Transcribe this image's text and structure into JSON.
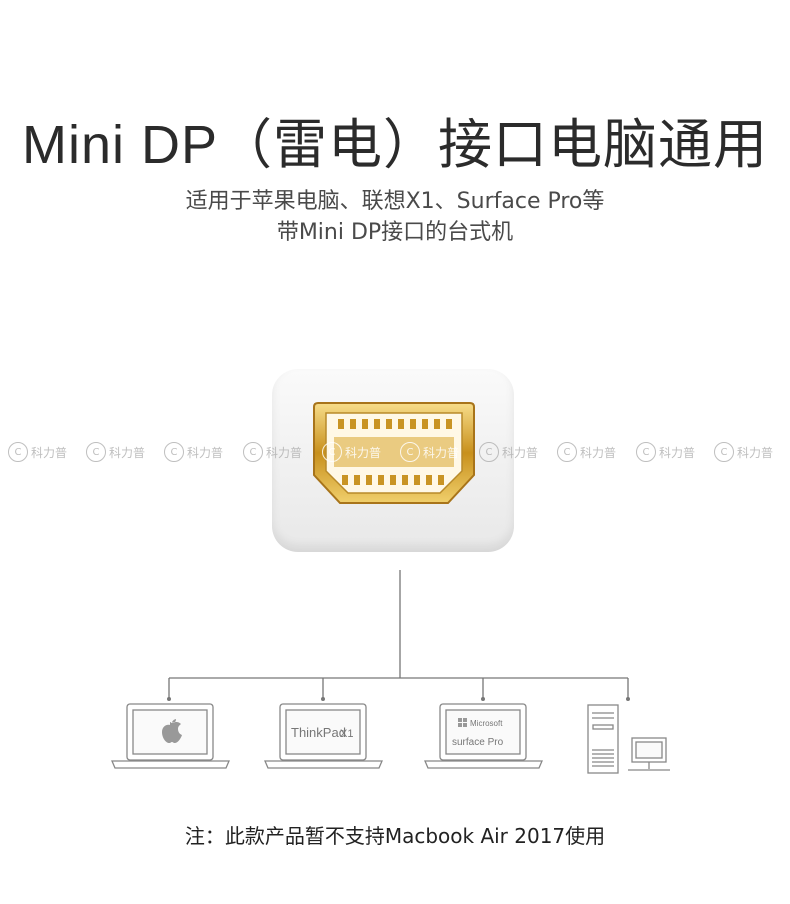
{
  "heading": "Mini DP（雷电）接口电脑通用",
  "subtitle_line1": "适用于苹果电脑、联想X1、Surface Pro等",
  "subtitle_line2": "带Mini DP接口的台式机",
  "watermark_text": "科力普",
  "devices": {
    "thinkpad_label": "ThinkPad",
    "thinkpad_model": "X1",
    "surface_brand": "Microsoft",
    "surface_model": "surface Pro"
  },
  "note": "注：此款产品暂不支持Macbook Air 2017使用",
  "colors": {
    "gold": "#d9a62e",
    "connector_shell": "#f2f2f2",
    "line": "#777777"
  }
}
